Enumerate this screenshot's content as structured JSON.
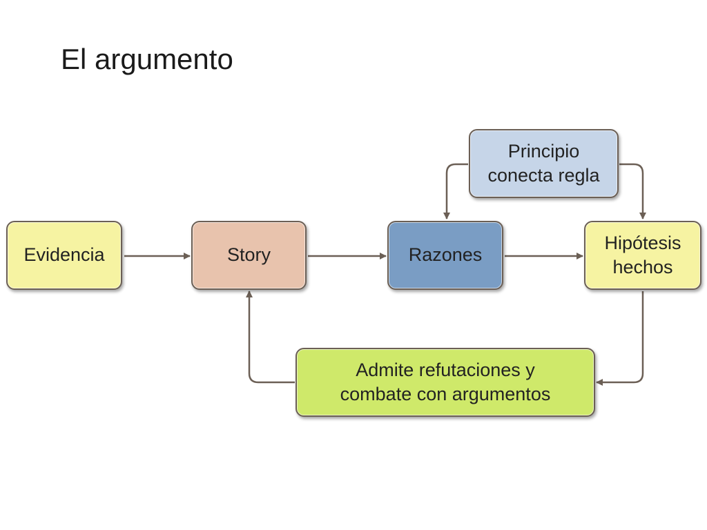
{
  "title": "El argumento",
  "colors": {
    "evidencia": "#f6f3a2",
    "story": "#e8c3ad",
    "razones": "#7a9dc4",
    "principio": "#c6d5e8",
    "hipotesis": "#f6f3a2",
    "admite": "#cfe96a",
    "line": "#6b5f55"
  },
  "nodes": {
    "evidencia": {
      "label": "Evidencia"
    },
    "story": {
      "label": "Story"
    },
    "razones": {
      "label": "Razones"
    },
    "principio": {
      "line1": "Principio",
      "line2": "conecta regla"
    },
    "hipotesis": {
      "line1": "Hipótesis",
      "line2": "hechos"
    },
    "admite": {
      "line1": "Admite refutaciones y",
      "line2": "combate con argumentos"
    }
  }
}
